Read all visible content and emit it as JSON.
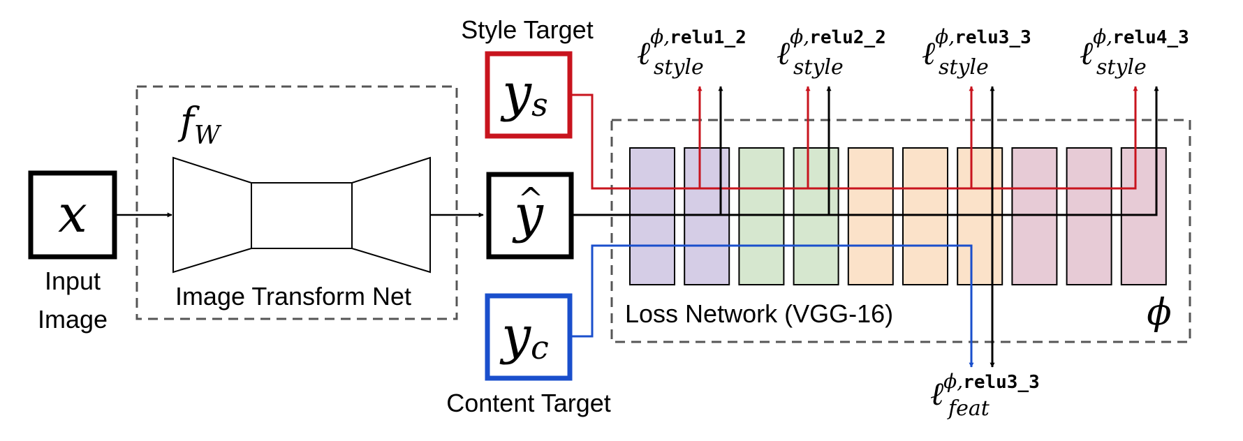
{
  "diagram": {
    "input": {
      "symbol": "x",
      "caption_line1": "Input",
      "caption_line2": "Image"
    },
    "transform_net": {
      "function_label": "f",
      "function_subscript": "W",
      "caption": "Image Transform Net"
    },
    "output": {
      "symbol": "y",
      "hat": "^"
    },
    "style_target": {
      "caption": "Style Target",
      "symbol": "y",
      "subscript": "s",
      "color": "#c8141e"
    },
    "content_target": {
      "caption": "Content Target",
      "symbol": "y",
      "subscript": "c",
      "color": "#1a4fcc"
    },
    "loss_network": {
      "caption": "Loss Network (VGG-16)",
      "phi": "ϕ",
      "layer_colors": [
        "#d5cde6",
        "#d5cde6",
        "#d6e7cf",
        "#d6e7cf",
        "#fbe2c9",
        "#fbe2c9",
        "#fbe2c9",
        "#e7cbd6",
        "#e7cbd6",
        "#e7cbd6"
      ]
    },
    "style_losses": [
      {
        "symbol": "ℓ",
        "sup_phi": "ϕ,",
        "sup_layer": "relu1_2",
        "sub": "style"
      },
      {
        "symbol": "ℓ",
        "sup_phi": "ϕ,",
        "sup_layer": "relu2_2",
        "sub": "style"
      },
      {
        "symbol": "ℓ",
        "sup_phi": "ϕ,",
        "sup_layer": "relu3_3",
        "sub": "style"
      },
      {
        "symbol": "ℓ",
        "sup_phi": "ϕ,",
        "sup_layer": "relu4_3",
        "sub": "style"
      }
    ],
    "feature_loss": {
      "symbol": "ℓ",
      "sup_phi": "ϕ,",
      "sup_layer": "relu3_3",
      "sub": "feat"
    },
    "line_colors": {
      "black": "#000000",
      "style": "#c8141e",
      "content": "#1a4fcc",
      "dashed": "#555555"
    }
  }
}
